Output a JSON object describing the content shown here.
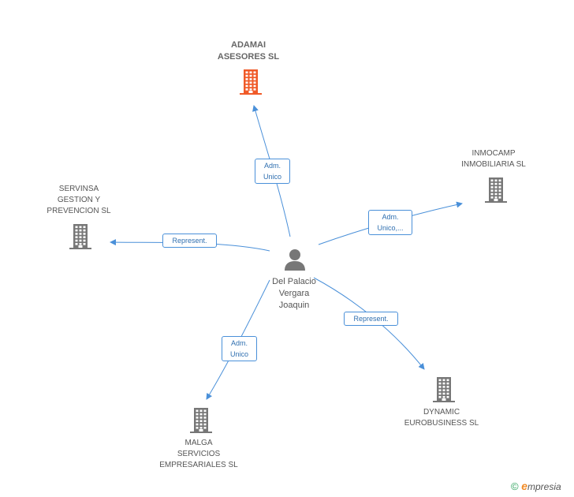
{
  "nodes": {
    "center": {
      "lines": [
        "Del Palacio",
        "Vergara",
        "Joaquin"
      ]
    },
    "adamai": {
      "lines": [
        "ADAMAI",
        "ASESORES SL"
      ],
      "color": "#f05a28"
    },
    "inmocamp": {
      "lines": [
        "INMOCAMP",
        "INMOBILIARIA SL"
      ],
      "color": "#777777"
    },
    "servinsa": {
      "lines": [
        "SERVINSA",
        "GESTION Y",
        "PREVENCION SL"
      ],
      "color": "#777777"
    },
    "dynamic": {
      "lines": [
        "DYNAMIC",
        "EUROBUSINESS SL"
      ],
      "color": "#777777"
    },
    "malga": {
      "lines": [
        "MALGA",
        "SERVICIOS",
        "EMPRESARIALES SL"
      ],
      "color": "#777777"
    }
  },
  "edges": {
    "adamai": {
      "lines": [
        "Adm.",
        "Unico"
      ]
    },
    "inmocamp": {
      "lines": [
        "Adm.",
        "Unico,..."
      ]
    },
    "servinsa": {
      "lines": [
        "Represent."
      ]
    },
    "dynamic": {
      "lines": [
        "Represent."
      ]
    },
    "malga": {
      "lines": [
        "Adm.",
        "Unico"
      ]
    }
  },
  "colors": {
    "edge": "#4a90d9",
    "person": "#777777"
  },
  "footer": {
    "copyright": "©",
    "brand_initial": "e",
    "brand_rest": "mpresia"
  }
}
